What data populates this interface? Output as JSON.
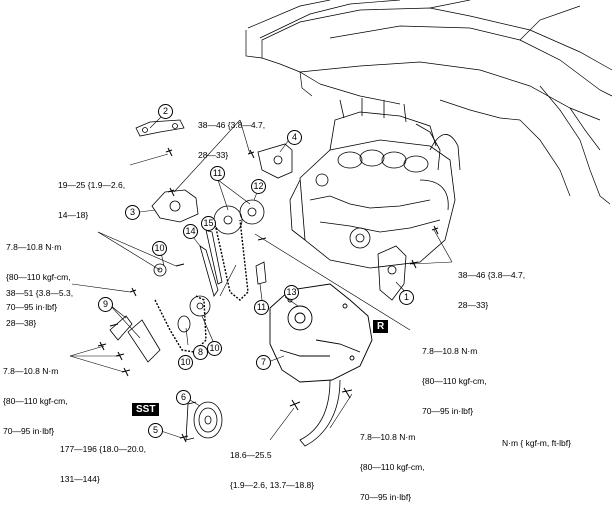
{
  "torque_labels": {
    "t1": [
      "38—46 {3.8—4.7,",
      "28—33}"
    ],
    "t2": [
      "19—25 {1.9—2.6,",
      "14—18}"
    ],
    "t3": [
      "7.8—10.8 N·m",
      "{80—110 kgf-cm,",
      "70—95 in·lbf}"
    ],
    "t4": [
      "38—51 {3.8—5.3,",
      "28—38}"
    ],
    "t5": [
      "7.8—10.8 N·m",
      "{80—110 kgf-cm,",
      "70—95 in·lbf}"
    ],
    "t6": [
      "38—46 {3.8—4.7,",
      "28—33}"
    ],
    "t7": [
      "7.8—10.8 N·m",
      "{80—110 kgf-cm,",
      "70—95 in·lbf}"
    ],
    "t8": [
      "177—196 {18.0—20.0,",
      "131—144}"
    ],
    "t9": [
      "18.6—25.5",
      "{1.9—2.6, 13.7—18.8}"
    ],
    "t10": [
      "7.8—10.8 N·m",
      "{80—110 kgf-cm,",
      "70—95 in·lbf}"
    ]
  },
  "part_numbers": [
    "1",
    "2",
    "3",
    "4",
    "5",
    "6",
    "7",
    "8",
    "9",
    "10",
    "10",
    "10",
    "11",
    "11",
    "12",
    "13",
    "14",
    "15"
  ],
  "tags": {
    "sst": "SST",
    "r": "R"
  },
  "units_note": "N·m { kgf-m, ft-lbf}"
}
